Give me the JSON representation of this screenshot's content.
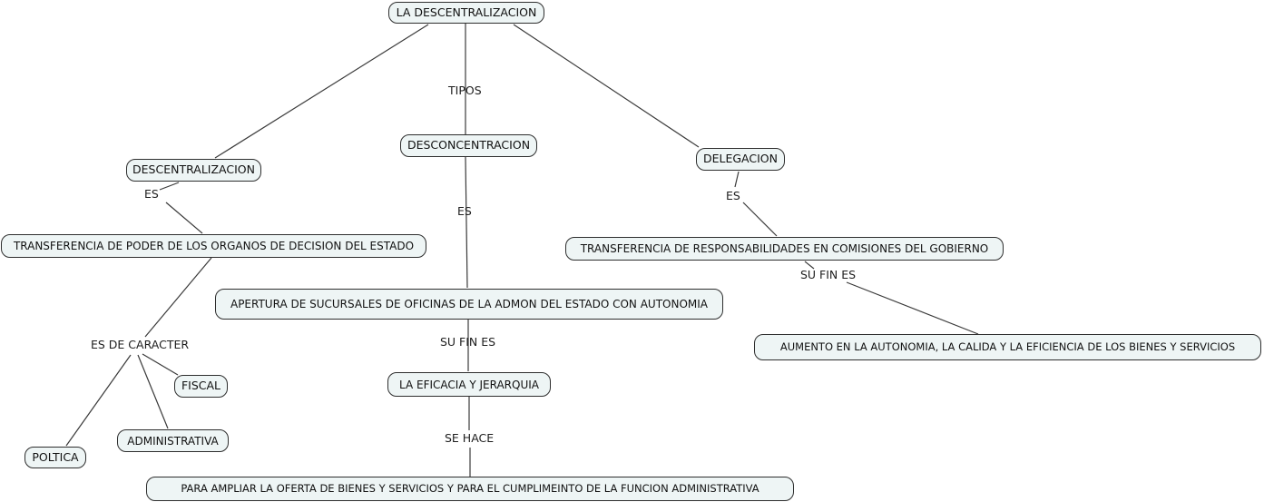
{
  "diagram": {
    "title": "LA DESCENTRALIZACION",
    "nodes": {
      "root": "LA DESCENTRALIZACION",
      "descentralizacion": "DESCENTRALIZACION",
      "desconcentracion": "DESCONCENTRACION",
      "delegacion": "DELEGACION",
      "transferencia_poder": "TRANSFERENCIA DE PODER DE LOS ORGANOS DE DECISION DEL ESTADO",
      "apertura": "APERTURA DE SUCURSALES DE OFICINAS DE LA ADMON DEL ESTADO CON AUTONOMIA",
      "transferencia_resp": "TRANSFERENCIA DE RESPONSABILIDADES EN COMISIONES DEL GOBIERNO",
      "fiscal": "FISCAL",
      "administrativa": "ADMINISTRATIVA",
      "poltica": "POLTICA",
      "eficacia": "LA EFICACIA Y JERARQUIA",
      "aumento": "AUMENTO EN LA AUTONOMIA, LA CALIDA Y LA EFICIENCIA DE LOS BIENES Y SERVICIOS",
      "para_ampliar": "PARA AMPLIAR LA OFERTA DE BIENES Y SERVICIOS Y PARA EL CUMPLIMEINTO DE LA FUNCION ADMINISTRATIVA"
    },
    "link_labels": {
      "tipos": "TIPOS",
      "es_left": "ES",
      "es_center": "ES",
      "es_right": "ES",
      "es_de_caracter": "ES DE CARACTER",
      "su_fin_es_center": "SU FIN ES",
      "su_fin_es_right": "SU FIN ES",
      "se_hace": "SE HACE"
    },
    "colors": {
      "node_fill": "#eef5f5",
      "node_border": "#2e2e2e",
      "line": "#3a3a3a",
      "text": "#121212",
      "background": "#ffffff"
    }
  }
}
